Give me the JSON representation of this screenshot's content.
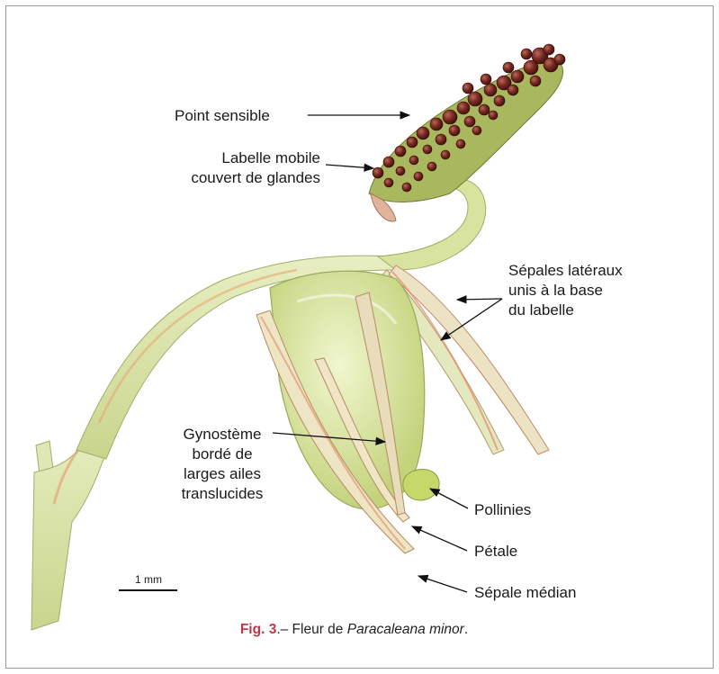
{
  "labels": {
    "point_sensible": "Point sensible",
    "labelle_line1": "Labelle mobile",
    "labelle_line2": "couvert de glandes",
    "sepales_line1": "Sépales latéraux",
    "sepales_line2": "unis à la base",
    "sepales_line3": "du labelle",
    "gyno_line1": "Gynostème",
    "gyno_line2": "bordé de",
    "gyno_line3": "larges ailes",
    "gyno_line4": "translucides",
    "pollinies": "Pollinies",
    "petale": "Pétale",
    "sepale_median": "Sépale médian"
  },
  "scale_bar": {
    "label": "1 mm"
  },
  "caption": {
    "fig": "Fig. 3",
    "separator": ".– Fleur de ",
    "species": "Paracaleana minor",
    "end": "."
  },
  "colors": {
    "stem": "#d9e3a6",
    "bulb": "#d6e59a",
    "gland": "#6b1f1a",
    "accent": "#c0364a"
  }
}
